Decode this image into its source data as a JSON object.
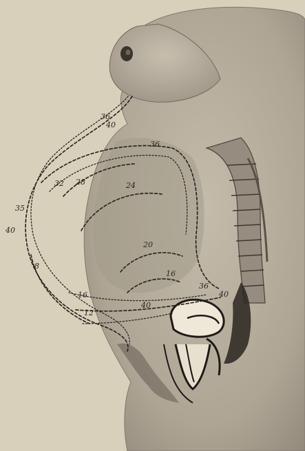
{
  "colors": {
    "paper": "#d9d0bb",
    "body": "#b4ab9b",
    "body_dark": "#8d8477",
    "ink": "#2a2420"
  },
  "labels": {
    "l36a": "36",
    "l40a": "40",
    "l36b": "36",
    "l32": "32",
    "l28": "28",
    "l24": "24",
    "l35": "35",
    "l40b": "40",
    "l8": "8",
    "l20": "20",
    "l16a": "16",
    "l36c": "36",
    "l40c": "40",
    "l16b": "16",
    "l40d": "40",
    "l12": "12"
  }
}
